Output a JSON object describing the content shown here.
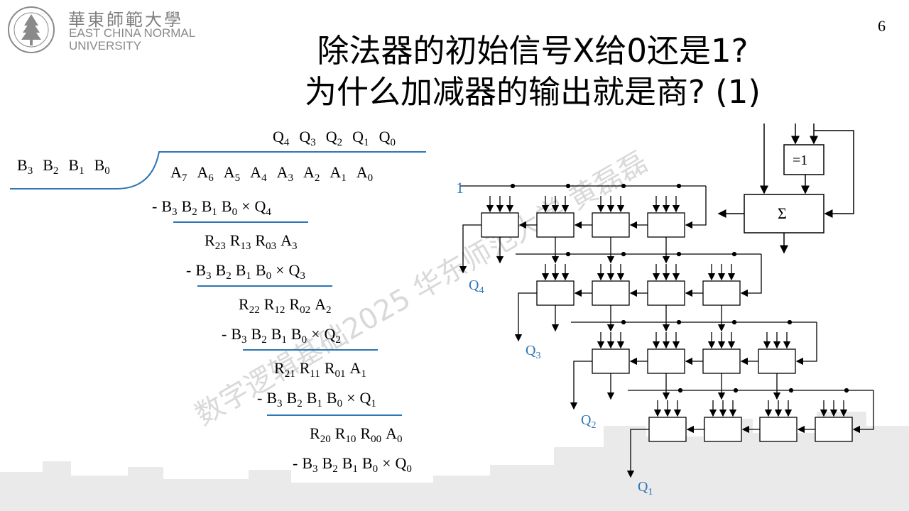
{
  "logo": {
    "cn": "華東師範大學",
    "en_line1": "EAST CHINA NORMAL",
    "en_line2": "UNIVERSITY"
  },
  "page_number": "6",
  "title": {
    "line1": "除法器的初始信号X给0还是1?",
    "line2": "为什么加减器的输出就是商? (1)"
  },
  "watermark": "数字逻辑基础2025 华东师范大学 黄磊磊",
  "division": {
    "quotient_header": [
      "Q4",
      "Q3",
      "Q2",
      "Q1",
      "Q0"
    ],
    "divisor": [
      "B3",
      "B2",
      "B1",
      "B0"
    ],
    "dividend": [
      "A7",
      "A6",
      "A5",
      "A4",
      "A3",
      "A2",
      "A1",
      "A0"
    ],
    "steps": [
      {
        "sub": [
          "-",
          "B3",
          "B2",
          "B1",
          "B0",
          "×",
          "Q4"
        ]
      },
      {
        "rem": [
          "R23",
          "R13",
          "R03",
          "A3"
        ]
      },
      {
        "sub": [
          "-",
          "B3",
          "B2",
          "B1",
          "B0",
          "×",
          "Q3"
        ]
      },
      {
        "rem": [
          "R22",
          "R12",
          "R02",
          "A2"
        ]
      },
      {
        "sub": [
          "-",
          "B3",
          "B2",
          "B1",
          "B0",
          "×",
          "Q2"
        ]
      },
      {
        "rem": [
          "R21",
          "R11",
          "R01",
          "A1"
        ]
      },
      {
        "sub": [
          "-",
          "B3",
          "B2",
          "B1",
          "B0",
          "×",
          "Q1"
        ]
      },
      {
        "rem": [
          "R20",
          "R10",
          "R00",
          "A0"
        ]
      },
      {
        "sub": [
          "-",
          "B3",
          "B2",
          "B1",
          "B0",
          "×",
          "Q0"
        ]
      }
    ]
  },
  "circuit": {
    "initial_input": "1",
    "outputs": [
      "Q4",
      "Q3",
      "Q2",
      "Q1"
    ],
    "xor_label": "=1",
    "sum_label": "Σ",
    "accent_color": "#2e75b6"
  }
}
